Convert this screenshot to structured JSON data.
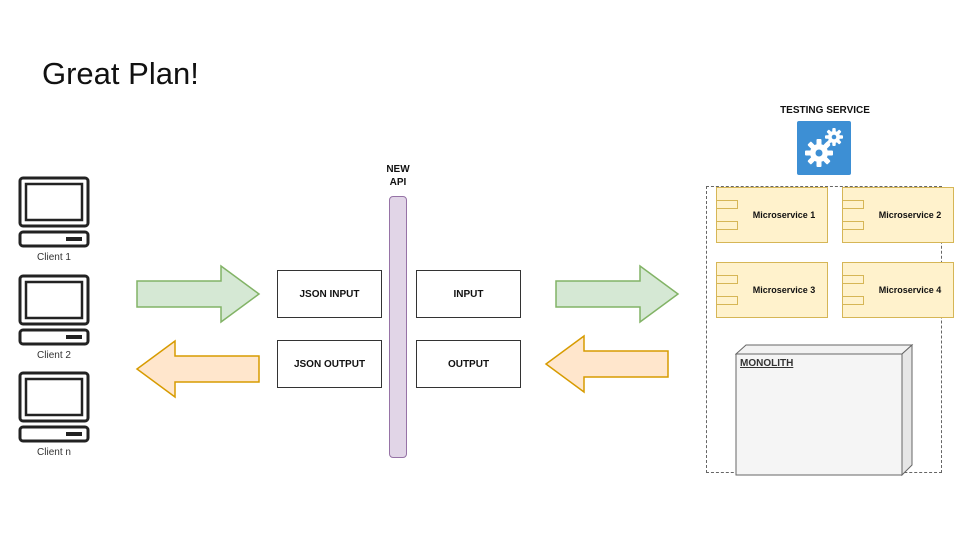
{
  "slide": {
    "title": "Great Plan!"
  },
  "clients": [
    {
      "label": "Client 1"
    },
    {
      "label": "Client 2"
    },
    {
      "label": "Client n"
    }
  ],
  "api": {
    "label": "NEW\nAPI",
    "left_boxes": [
      "JSON INPUT",
      "JSON OUTPUT"
    ],
    "right_boxes": [
      "INPUT",
      "OUTPUT"
    ]
  },
  "testing_service": {
    "label": "TESTING SERVICE",
    "icon": "gears-icon",
    "color": "#3d8fd4"
  },
  "microservices": [
    {
      "label": "Microservice 1"
    },
    {
      "label": "Microservice 2"
    },
    {
      "label": "Microservice 3"
    },
    {
      "label": "Microservice 4"
    }
  ],
  "monolith": {
    "label": "MONOLITH"
  },
  "colors": {
    "request_arrow_fill": "#d5e8d4",
    "request_arrow_stroke": "#82b366",
    "response_arrow_fill": "#ffe6cc",
    "response_arrow_stroke": "#d79b00",
    "api_bar_fill": "#e1d5e7",
    "microservice_fill": "#fff2cc"
  }
}
